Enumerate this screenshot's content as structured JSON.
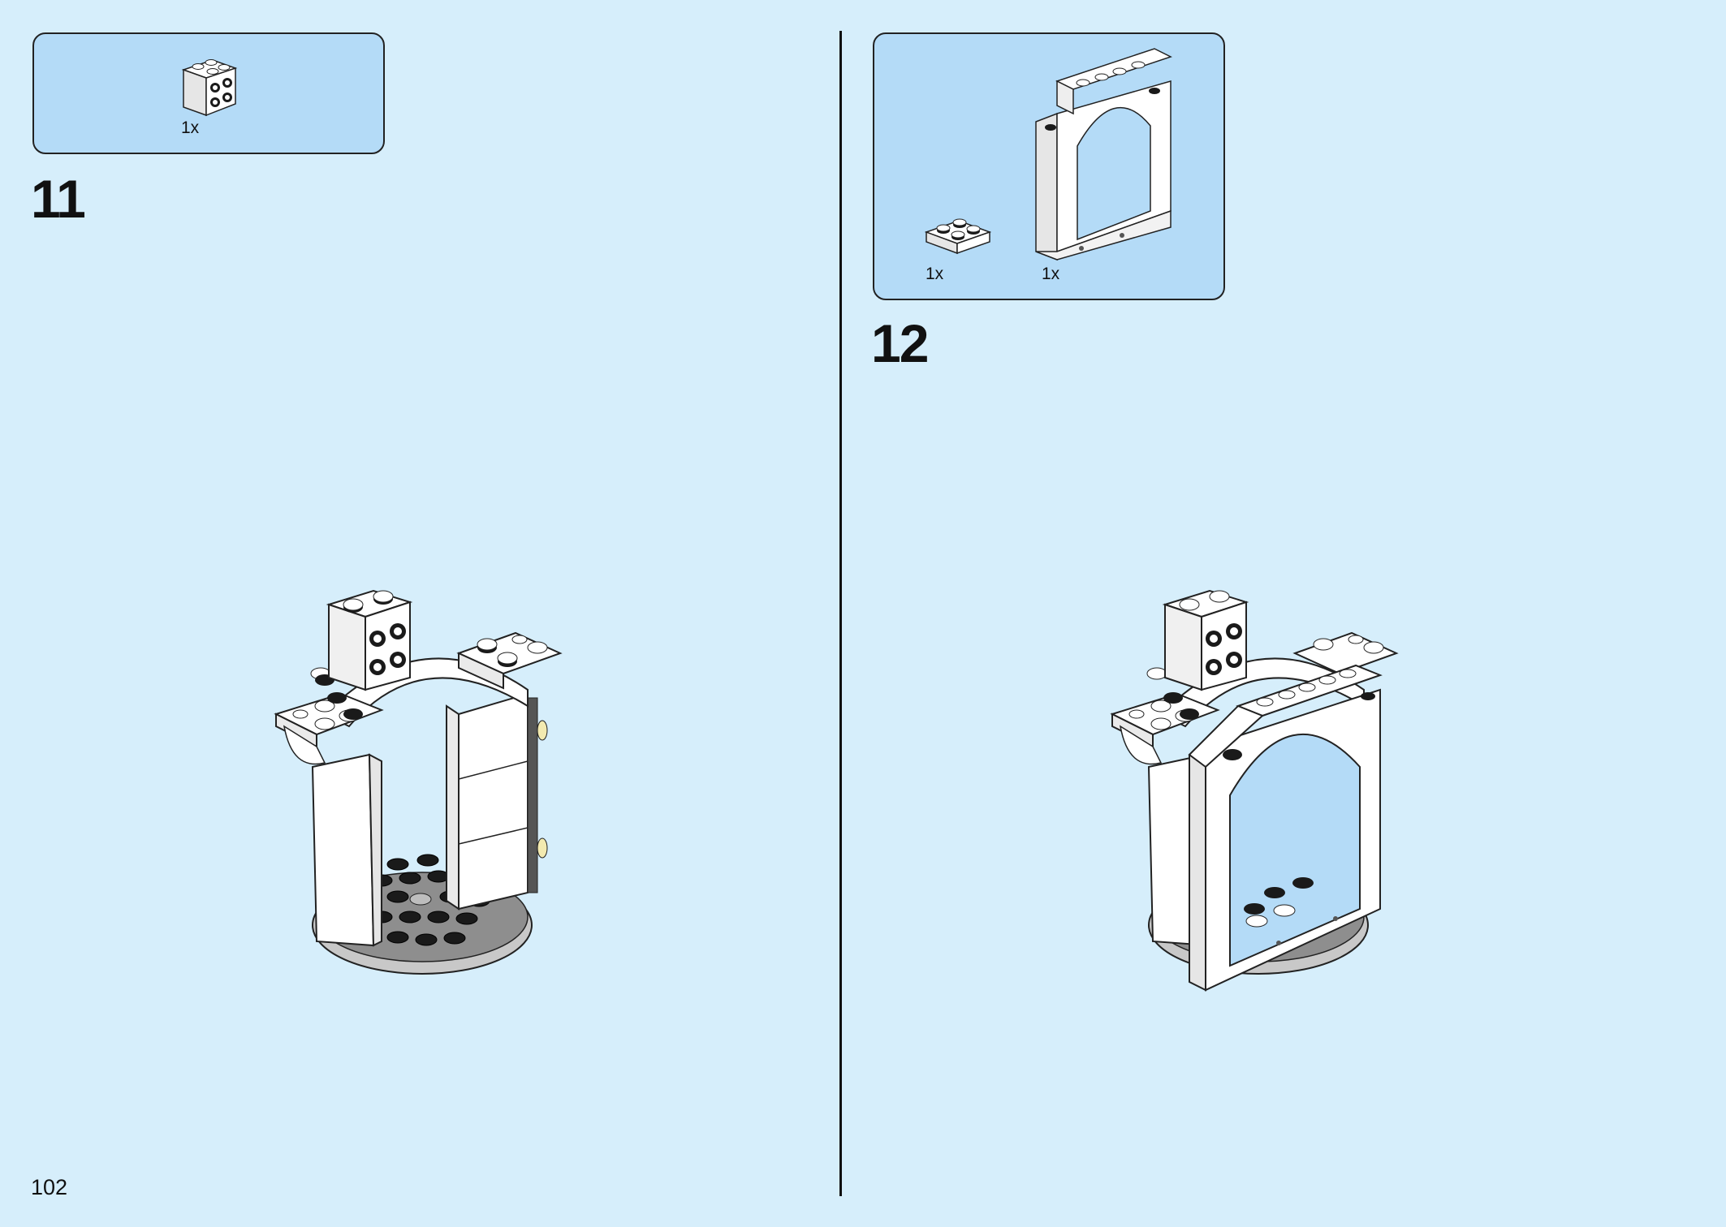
{
  "page": {
    "number": "102"
  },
  "steps": [
    {
      "number": "11",
      "parts": [
        {
          "icon": "white-2x2-brick-with-side-studs-icon",
          "qty": "1x"
        }
      ]
    },
    {
      "number": "12",
      "parts": [
        {
          "icon": "white-2x2-plate-icon",
          "qty": "1x"
        },
        {
          "icon": "white-arch-window-frame-icon",
          "qty": "1x"
        }
      ]
    }
  ],
  "colors": {
    "background": "#d6eefb",
    "parts_box": "#b4dbf7",
    "brick_white": "#ffffff",
    "stud_black": "#1a1a1a",
    "base_grey": "#c8c8c8"
  }
}
